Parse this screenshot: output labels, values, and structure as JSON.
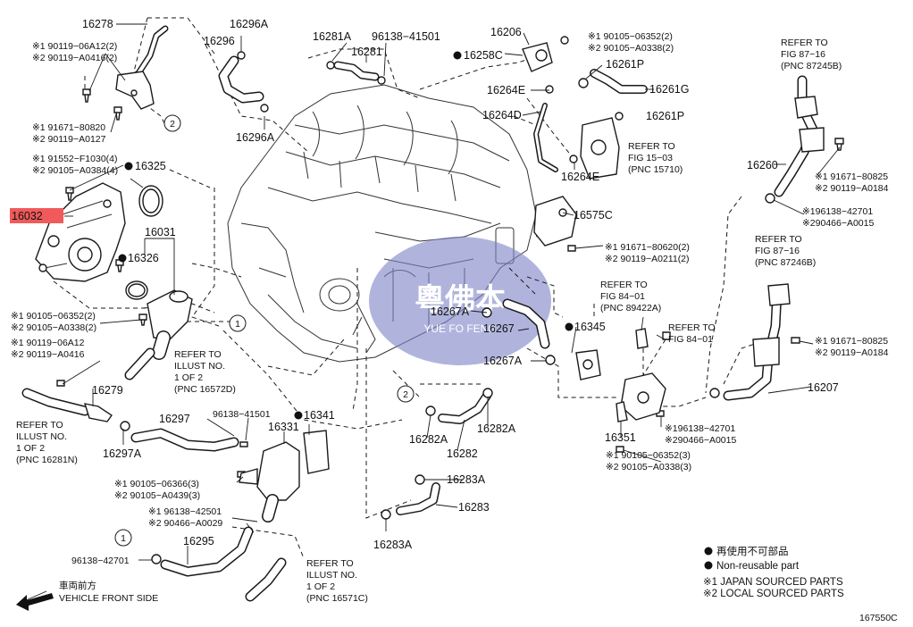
{
  "parts": {
    "p16278": "16278",
    "p16296A_top": "16296A",
    "p16296": "16296",
    "p16296A_bot": "16296A",
    "p16281A": "16281A",
    "p96138_41501_top": "96138−41501",
    "p16281": "16281",
    "p16206": "16206",
    "p16258C": "16258C",
    "p16261P_top": "16261P",
    "p16264E_top": "16264E",
    "p16261G": "16261G",
    "p16264D": "16264D",
    "p16261P_mid": "16261P",
    "p16264E_bot": "16264E",
    "p16325": "16325",
    "p16032": "16032",
    "p16031": "16031",
    "p16326": "16326",
    "p16575C": "16575C",
    "p16260": "16260",
    "p16267A_top": "16267A",
    "p16267": "16267",
    "p16345": "16345",
    "p16267A_bot": "16267A",
    "p16279": "16279",
    "p16297A": "16297A",
    "p16297": "16297",
    "p96138_41501_mid": "96138−41501",
    "p16331": "16331",
    "p16341": "16341",
    "p16282A_left": "16282A",
    "p16282A_right": "16282A",
    "p16282": "16282",
    "p16283A_top": "16283A",
    "p16283": "16283",
    "p16283A_bot": "16283A",
    "p16351": "16351",
    "p16207": "16207",
    "p16295": "16295",
    "p96138_42701_left": "96138−42701"
  },
  "bolts": {
    "b1a": "※1 90119−06A12(2)",
    "b1b": "※2 90119−A0416(2)",
    "b2a": "※1 91671−80820",
    "b2b": "※2 90119−A0127",
    "b3a": "※1 91552−F1030(4)",
    "b3b": "※2 90105−A0384(4)",
    "b4a": "※1 90105−06352(2)",
    "b4b": "※2 90105−A0338(2)",
    "b5a": "※1 90119−06A12",
    "b5b": "※2 90119−A0416",
    "b6a": "※1 90105−06352(2)",
    "b6b": "※2 90105−A0338(2)",
    "b7a": "※1 91671−80620(2)",
    "b7b": "※2 90119−A0211(2)",
    "b8a": "※1 91671−80825",
    "b8b": "※2 90119−A0184",
    "b9a": "※196138−42701",
    "b9b": "※290466−A0015",
    "b10a": "※1 91671−80825",
    "b10b": "※2 90119−A0184",
    "b11a": "※196138−42701",
    "b11b": "※290466−A0015",
    "b12a": "※1 90105−06352(3)",
    "b12b": "※2 90105−A0338(3)",
    "b13a": "※1 90105−06366(3)",
    "b13b": "※2 90105−A0439(3)",
    "b14a": "※1 96138−42501",
    "b14b": "※2 90466−A0029"
  },
  "refs": {
    "r1": [
      "REFER TO",
      "FIG 87−16",
      "(PNC 87245B)"
    ],
    "r2": [
      "REFER TO",
      "FIG 15−03",
      "(PNC 15710)"
    ],
    "r3": [
      "REFER TO",
      "FIG 87−16",
      "(PNC 87246B)"
    ],
    "r4": [
      "REFER TO",
      "FIG 84−01",
      "(PNC 89422A)"
    ],
    "r5": [
      "REFER TO",
      "FIG 84−01"
    ],
    "r6": [
      "REFER TO",
      "ILLUST NO.",
      "1 OF 2",
      "(PNC 16572D)"
    ],
    "r7": [
      "REFER TO",
      "ILLUST NO.",
      "1 OF 2",
      "(PNC 16281N)"
    ],
    "r8": [
      "REFER TO",
      "ILLUST NO.",
      "1 OF 2",
      "(PNC 16571C)"
    ]
  },
  "callouts": {
    "c1": "1",
    "c2": "2"
  },
  "watermark": {
    "cn": "粵佛本",
    "en": "YUE FO FENG"
  },
  "legend": {
    "reuse_cn": "再使用不可部品",
    "nonreuse": "Non-reusable part",
    "japan": "※1  JAPAN SOURCED PARTS",
    "local": "※2  LOCAL SOURCED PARTS"
  },
  "front": {
    "cn": "車両前方",
    "en": "VEHICLE FRONT SIDE"
  },
  "fig_code": "167550C",
  "colors": {
    "highlight": "#f05a5a",
    "watermark": "#7f86c8",
    "ink": "#1a1a1a"
  }
}
